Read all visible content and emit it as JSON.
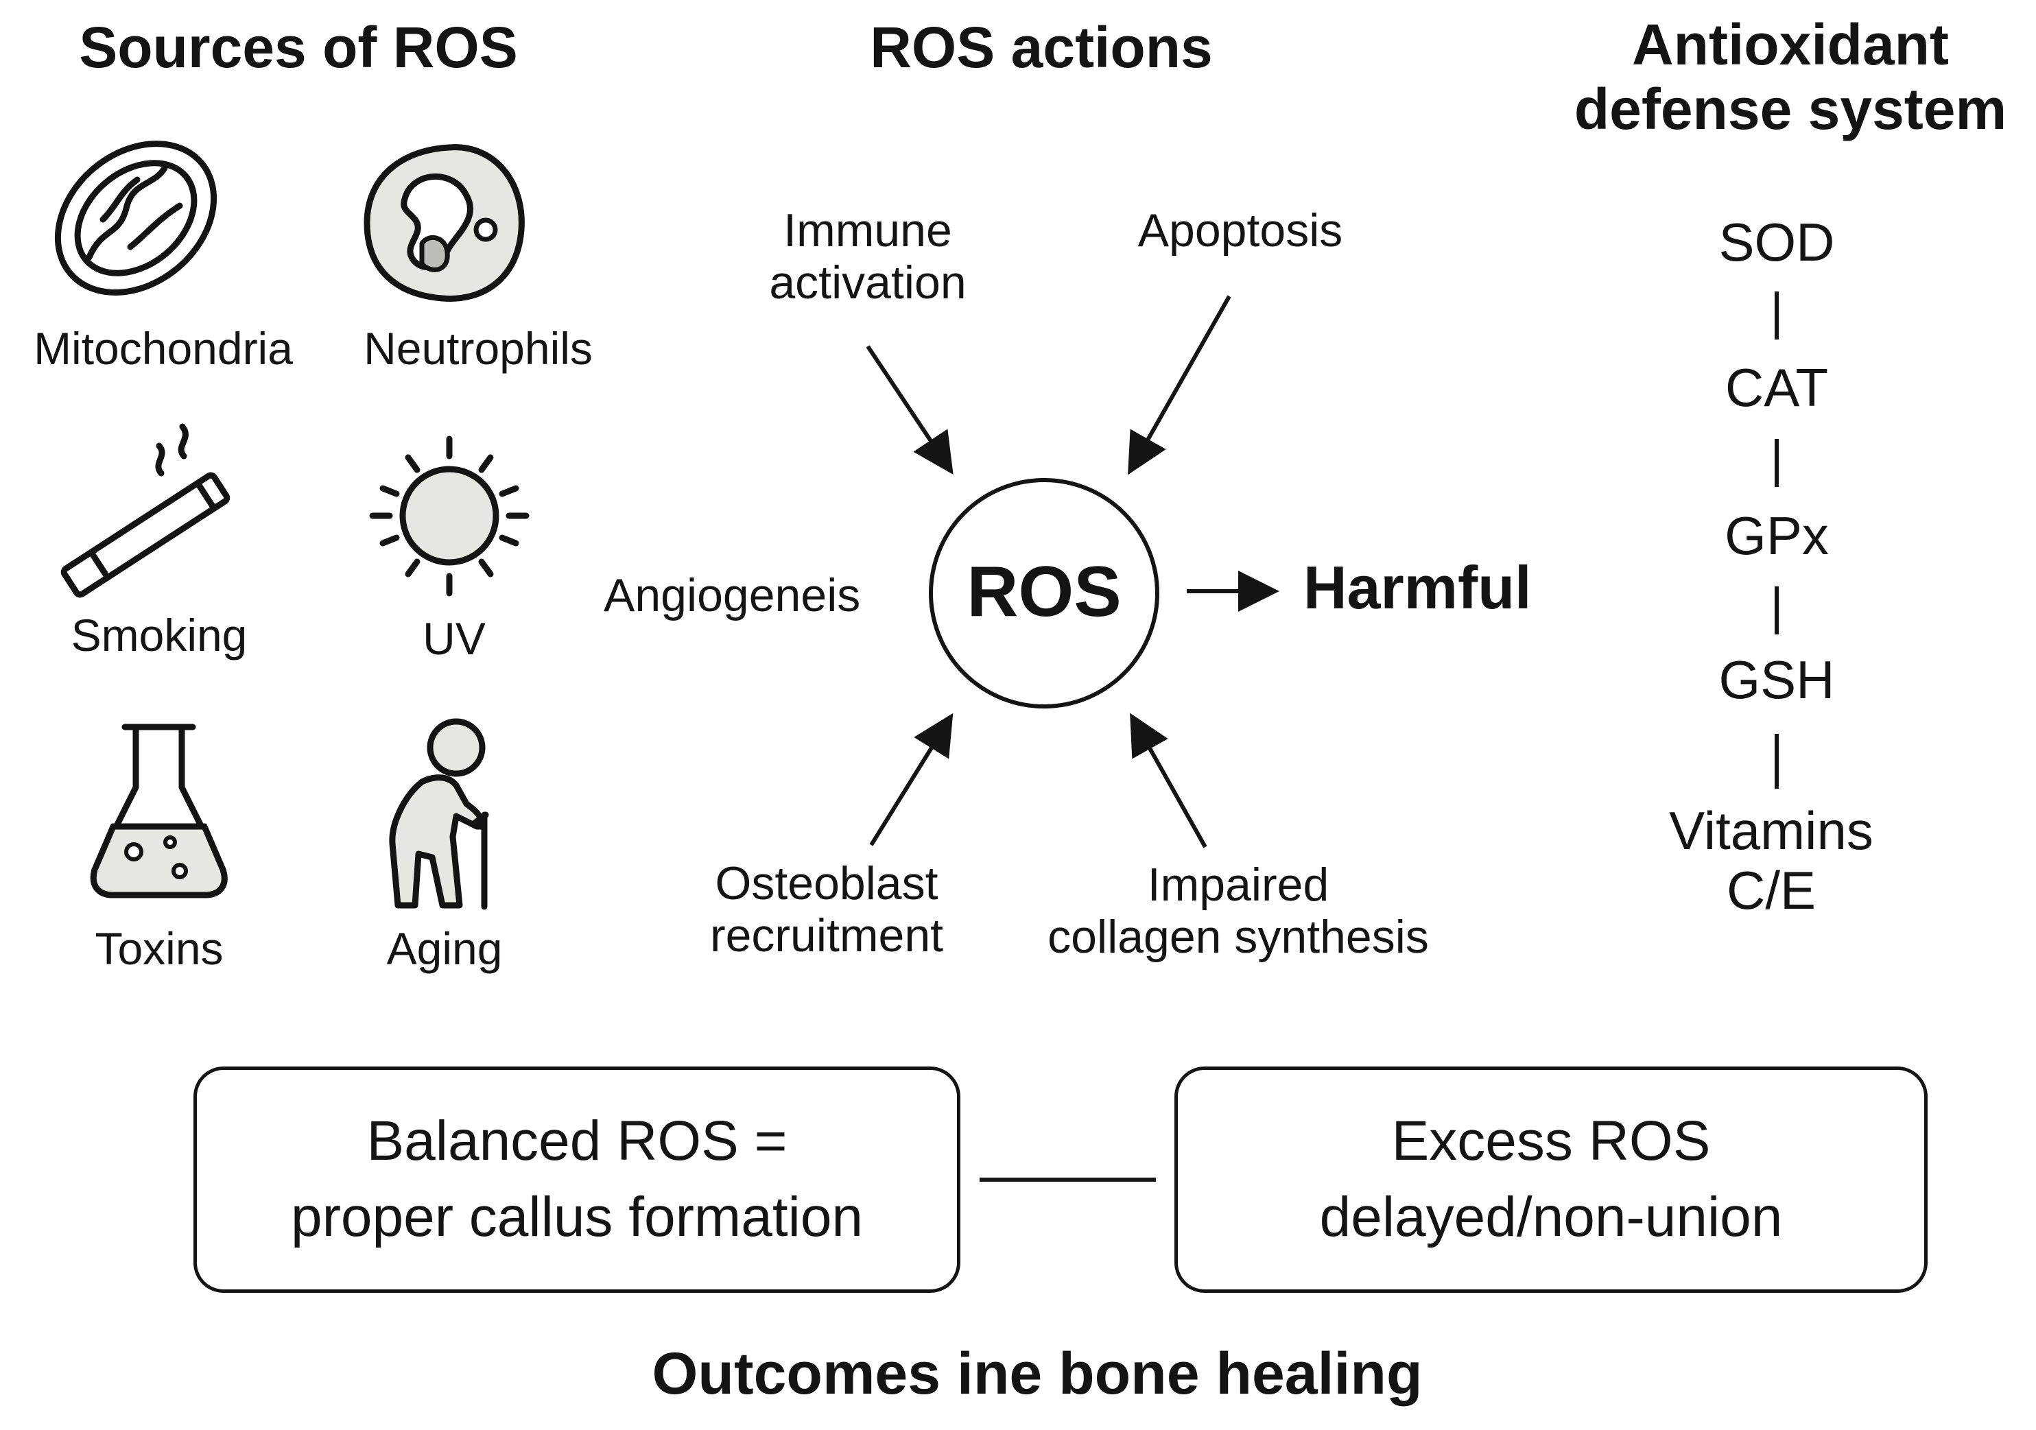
{
  "sources": {
    "title": "Sources of ROS",
    "items": [
      {
        "label": "Mitochondria",
        "icon": "mitochondria-icon"
      },
      {
        "label": "Neutrophils",
        "icon": "neutrophil-icon"
      },
      {
        "label": "Smoking",
        "icon": "cigarette-icon"
      },
      {
        "label": "UV",
        "icon": "sun-icon"
      },
      {
        "label": "Toxins",
        "icon": "flask-icon"
      },
      {
        "label": "Aging",
        "icon": "elderly-person-icon"
      }
    ]
  },
  "actions": {
    "title": "ROS actions",
    "center": "ROS",
    "harmful": "Harmful",
    "immune": [
      "Immune",
      "activation"
    ],
    "apoptosis": "Apoptosis",
    "angiogenesis": "Angiogeneis",
    "osteoblast": [
      "Osteoblast",
      "recruitment"
    ],
    "collagen": [
      "Impaired",
      "collagen synthesis"
    ]
  },
  "antioxidant": {
    "title": [
      "Antioxidant",
      "defense system"
    ],
    "items": [
      "SOD",
      "CAT",
      "GPx",
      "GSH",
      "Vitamins",
      "C/E"
    ]
  },
  "outcomes": {
    "balanced": [
      "Balanced ROS =",
      "proper callus formation"
    ],
    "excess": [
      "Excess ROS",
      "delayed/non-union"
    ],
    "footer": "Outcomes ine bone healing"
  },
  "colors": {
    "ink": "#141414",
    "icon_fill": "#e6e6e2",
    "background": "#ffffff"
  }
}
